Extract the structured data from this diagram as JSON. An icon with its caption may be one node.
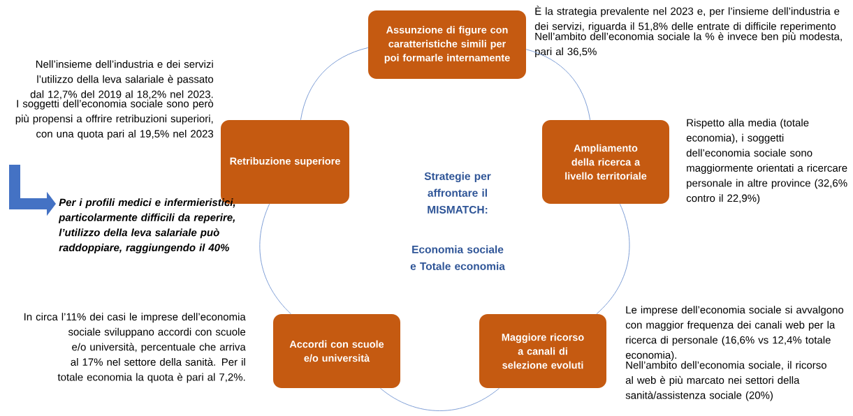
{
  "diagram": {
    "nodes": [
      {
        "text": [
          "Assunzione di figure con caratteristiche simili per poi formarle internamente"
        ],
        "beside": [
          "È la strategia prevalente nel 2023 e, per l’insieme dell’industria e dei servizi, riguarda il 51,8% delle entrate di difficile reperimento",
          "Nell’ambito dell’economia sociale la % è invece ben più modesta, pari al 36,5%"
        ]
      },
      {
        "text": [
          "Ampliamento della ricerca a livello territoriale"
        ],
        "beside": [
          "Rispetto alla media (totale economia), i soggetti dell’economia sociale sono maggiormente orientati a ricercare personale in altre province (32,6% contro il 22,9%)"
        ]
      },
      {
        "text": [
          "Maggiore ricorso a canali di selezione evoluti"
        ],
        "beside": [
          "Le imprese dell’economia sociale si avvalgono con maggior frequenza dei canali web per la ricerca di personale (16,6% vs 12,4% totale economia).",
          "Nell’ambito dell’economia sociale, il ricorso al web è più marcato nei settori della sanità/assistenza sociale (20%)"
        ]
      },
      {
        "text": [
          "Accordi con scuole e/o università"
        ],
        "beside": [
          "In circa l’11% dei casi le imprese dell’economia sociale sviluppano accordi con scuole e/o università, percentuale che arriva al 17% nel settore della sanità. Per il totale economia la quota è pari al 7,2%."
        ]
      },
      {
        "text": [
          "Retribuzione superiore"
        ],
        "beside": [
          "Nell’insieme dell’industria e dei servizi l’utilizzo della leva salariale è passato dal 12,7% del 2019 al 18,2% nel 2023.",
          "I soggetti dell’economia sociale sono però più propensi a offrire retribuzioni superiori, con una quota pari al 19,5% nel 2023"
        ]
      },
      {
        "text": [
          "Per i profili medici e infermieristici, particolarmente difficili da reperire, l’utilizzo della leva salariale può raddoppiare, raggiungendo il 40%"
        ]
      }
    ],
    "edges": [
      {
        "from": 0,
        "to": 1,
        "arrow": "none"
      },
      {
        "from": 1,
        "to": 2,
        "arrow": "none"
      },
      {
        "from": 2,
        "to": 3,
        "arrow": "none"
      },
      {
        "from": 3,
        "to": 4,
        "arrow": "none"
      },
      {
        "from": 4,
        "to": 0,
        "arrow": "none"
      },
      {
        "from": null,
        "to": 5,
        "arrow": "to",
        "style": "thick",
        "color": "#4472c4"
      }
    ],
    "labels": [
      "Strategie per affrontare il MISMATCH:",
      "Economia sociale e Totale economia"
    ]
  }
}
